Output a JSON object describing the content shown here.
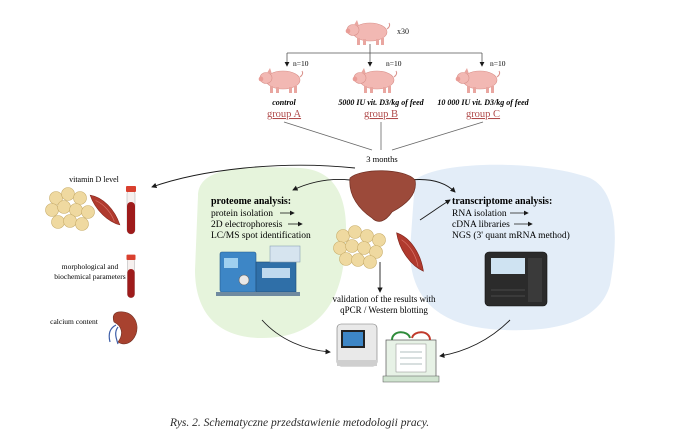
{
  "top": {
    "multiplier": "x30"
  },
  "groups": [
    {
      "n": "n=10",
      "diet": "control",
      "label": "group A"
    },
    {
      "n": "n=10",
      "diet": "5000 IU vit. D3/kg of feed",
      "label": "group B"
    },
    {
      "n": "n=10",
      "diet": "10 000 IU vit. D3/kg of feed",
      "label": "group C"
    }
  ],
  "duration": "3 months",
  "left_panel": {
    "vitamin_d": "vitamin D level",
    "morph_line1": "morphological and",
    "morph_line2": "biochemical parameters",
    "calcium": "calcium content"
  },
  "proteome": {
    "title": "proteome analysis:",
    "items": [
      "protein isolation",
      "2D electrophoresis",
      "LC/MS spot identification"
    ]
  },
  "transcriptome": {
    "title": "transcriptome analysis:",
    "items": [
      "RNA isolation",
      "cDNA libraries",
      "NGS (3' quant mRNA method)"
    ]
  },
  "validation": {
    "line1": "validation of the results with",
    "line2": "qPCR / Western blotting"
  },
  "caption": "Rys. 2. Schematyczne przedstawienie metodologii pracy.",
  "colors": {
    "group_label": "#b04a4a",
    "proteome_bg": "#e6f4dc",
    "transcriptome_bg": "#e3edf8",
    "pig": "#f2b8b3",
    "liver": "#9c4a3a",
    "fat": "#efd9a0",
    "muscle": "#b03a2e"
  }
}
